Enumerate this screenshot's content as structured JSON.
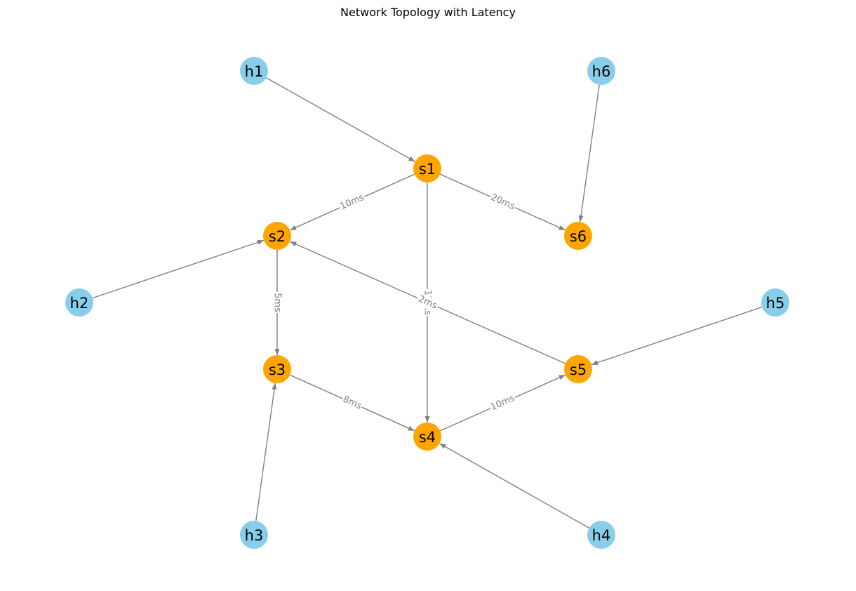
{
  "title": "Network Topology with Latency",
  "colors": {
    "switch": "#FFA500",
    "host": "#87CEEB",
    "edge": "#808080",
    "edge_label": "#808080"
  },
  "nodes": [
    {
      "id": "s1",
      "label": "s1",
      "kind": "switch"
    },
    {
      "id": "s2",
      "label": "s2",
      "kind": "switch"
    },
    {
      "id": "s3",
      "label": "s3",
      "kind": "switch"
    },
    {
      "id": "s4",
      "label": "s4",
      "kind": "switch"
    },
    {
      "id": "s5",
      "label": "s5",
      "kind": "switch"
    },
    {
      "id": "s6",
      "label": "s6",
      "kind": "switch"
    },
    {
      "id": "h1",
      "label": "h1",
      "kind": "host"
    },
    {
      "id": "h2",
      "label": "h2",
      "kind": "host"
    },
    {
      "id": "h3",
      "label": "h3",
      "kind": "host"
    },
    {
      "id": "h4",
      "label": "h4",
      "kind": "host"
    },
    {
      "id": "h5",
      "label": "h5",
      "kind": "host"
    },
    {
      "id": "h6",
      "label": "h6",
      "kind": "host"
    }
  ],
  "edges": [
    {
      "from": "s1",
      "to": "s2",
      "label": "10ms"
    },
    {
      "from": "s1",
      "to": "s6",
      "label": "20ms"
    },
    {
      "from": "s1",
      "to": "s4",
      "label": "15ms"
    },
    {
      "from": "s2",
      "to": "s3",
      "label": "5ms"
    },
    {
      "from": "s5",
      "to": "s2",
      "label": "2ms"
    },
    {
      "from": "s3",
      "to": "s4",
      "label": "8ms"
    },
    {
      "from": "s4",
      "to": "s5",
      "label": "10ms"
    },
    {
      "from": "h1",
      "to": "s1",
      "label": ""
    },
    {
      "from": "h2",
      "to": "s2",
      "label": ""
    },
    {
      "from": "h3",
      "to": "s3",
      "label": ""
    },
    {
      "from": "h4",
      "to": "s4",
      "label": ""
    },
    {
      "from": "h5",
      "to": "s5",
      "label": ""
    },
    {
      "from": "h6",
      "to": "s6",
      "label": ""
    }
  ]
}
